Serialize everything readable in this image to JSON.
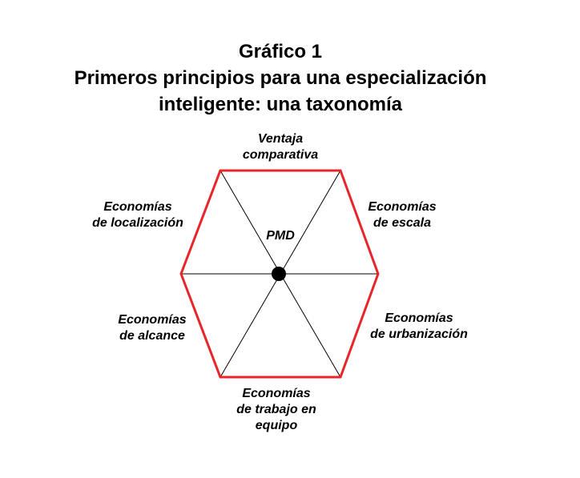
{
  "title": {
    "line1": "Gráfico 1",
    "line2": "Primeros principios para una especialización",
    "line3": "inteligente: una taxonomía"
  },
  "center_label": "PMD",
  "vertices": {
    "top": [
      "Ventaja",
      "comparativa"
    ],
    "upper_right": [
      "Economías",
      "de escala"
    ],
    "lower_right": [
      "Economías",
      "de urbanización"
    ],
    "bottom": [
      "Economías",
      "de trabajo en",
      "equipo"
    ],
    "lower_left": [
      "Economías",
      "de alcance"
    ],
    "upper_left": [
      "Economías",
      "de localización"
    ]
  },
  "colors": {
    "hexagon_border": "#e8262a",
    "spokes": "#000000",
    "center_dot": "#000000"
  }
}
